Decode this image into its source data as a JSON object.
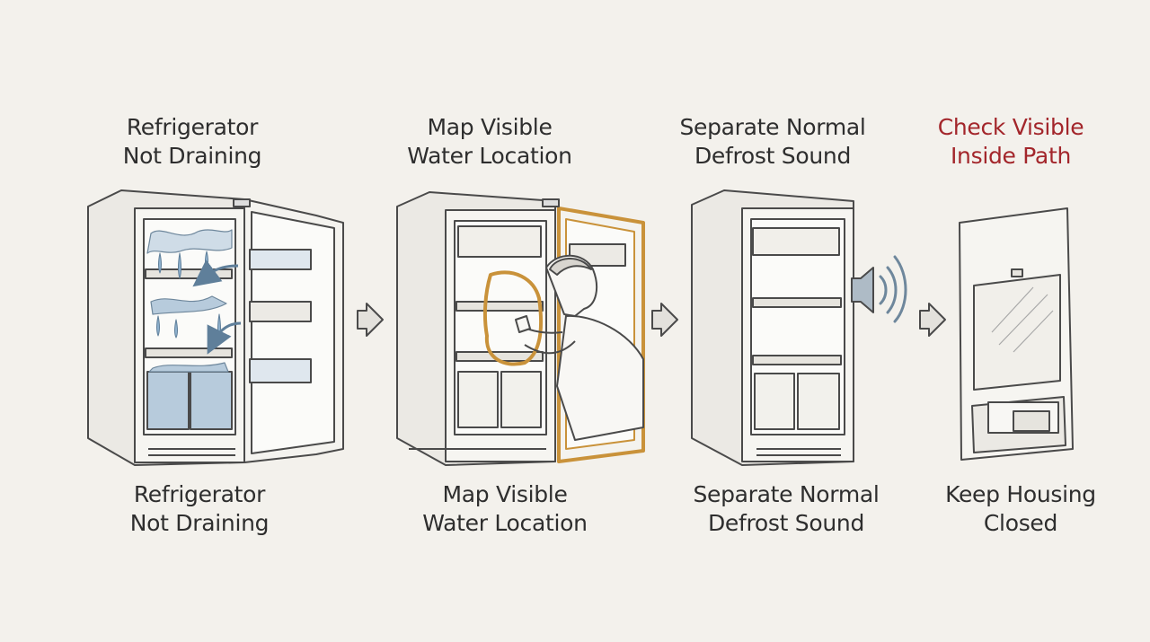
{
  "steps": [
    {
      "title": [
        "Refrigerator",
        "Not Draining"
      ],
      "caption": [
        "Refrigerator",
        "Not Draining"
      ],
      "highlight": false
    },
    {
      "title": [
        "Map Visible",
        "Water Location"
      ],
      "caption": [
        "Map Visible",
        "Water Location"
      ],
      "highlight": false
    },
    {
      "title": [
        "Separate Normal",
        "Defrost Sound"
      ],
      "caption": [
        "Separate Normal",
        "Defrost Sound"
      ],
      "highlight": false
    },
    {
      "title": [
        "Check Visible",
        "Inside Path"
      ],
      "caption": [
        "Keep Housing",
        "Closed"
      ],
      "highlight": true
    }
  ],
  "colors": {
    "background": "#f3f1ec",
    "ink": "#4a4a4a",
    "highlight_text": "#a3262b",
    "trace_outline": "#c9923a",
    "water": "#8fb2cf",
    "sound_icon": "#9aabb8"
  },
  "icons": [
    "arrow-right-icon",
    "speaker-icon",
    "sound-wave-icon"
  ]
}
